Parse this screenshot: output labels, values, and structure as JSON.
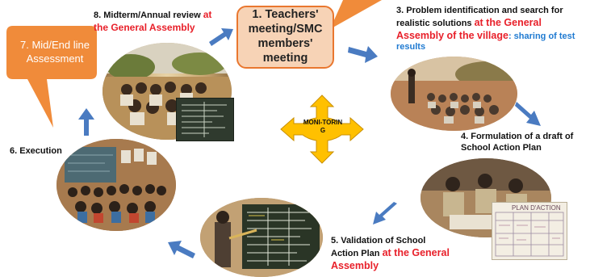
{
  "steps": {
    "s1": {
      "text": "1. Teachers' meeting/SMC members' meeting"
    },
    "s3": {
      "lead": "3.  Problem identification and  search for realistic solutions ",
      "red": "at the General Assembly  of the village",
      "colon": ": ",
      "blue": "sharing of test results"
    },
    "s4": {
      "text": "4.  Formulation of a draft of School Action Plan"
    },
    "s5": {
      "lead": "5.  Validation of School Action Plan ",
      "red": "at the General Assembly"
    },
    "s6": {
      "text": "6.  Execution"
    },
    "s7": {
      "text": "7. Mid/End line Assessment"
    },
    "s8": {
      "lead": "8.  Midterm/Annual review ",
      "red": "at the General Assembly"
    }
  },
  "center": {
    "label": "MONI-TORING"
  },
  "photos": {
    "blackboard_sign": "PLAN D'ACTION"
  },
  "colors": {
    "arrow_blue": "#4a7bc1",
    "step1_fill": "#f7d3b6",
    "step1_border": "#e9772f",
    "callout_orange": "#f08b3a",
    "monitoring_yellow": "#ffc000",
    "accent_red": "#e8202a",
    "accent_blue": "#1f7ad1"
  }
}
